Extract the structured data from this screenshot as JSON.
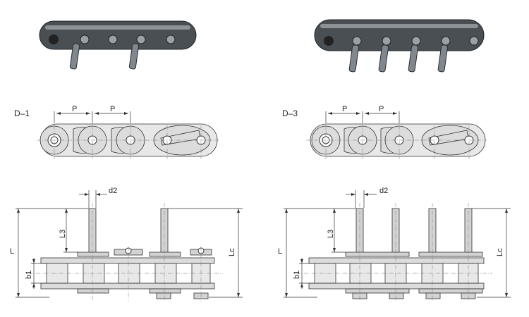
{
  "views": [
    {
      "id": "d1",
      "label": "D–1",
      "pitch_label_1": "P",
      "pitch_label_2": "P",
      "pin_dia_label": "d2",
      "len_label": "L",
      "len3_label": "L3",
      "width_label": "b1",
      "lc_label": "Lc",
      "extended_pins": 2
    },
    {
      "id": "d3",
      "label": "D–3",
      "pitch_label_1": "P",
      "pitch_label_2": "P",
      "pin_dia_label": "d2",
      "len_label": "L",
      "len3_label": "L3",
      "width_label": "b1",
      "lc_label": "Lc",
      "extended_pins": 4
    }
  ],
  "colors": {
    "steel_dark": "#4a4f54",
    "steel_light": "#dcdcdc",
    "line": "#333333"
  }
}
